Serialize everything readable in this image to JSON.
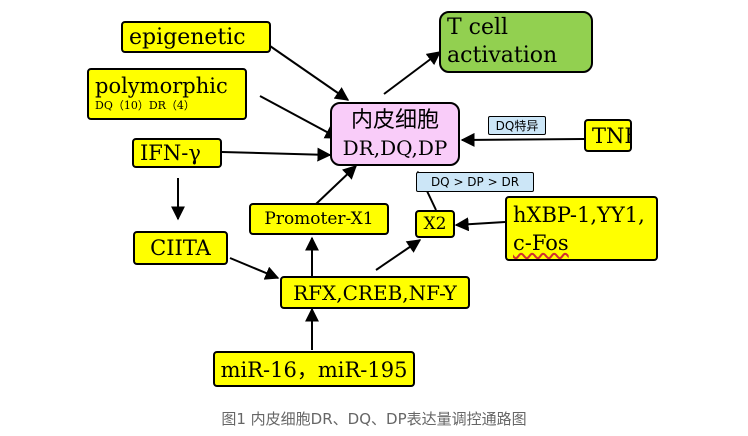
{
  "nodes": {
    "epigenetic": "epigenetic",
    "polymorphic_title": "polymorphic",
    "polymorphic_sub": "DQ（10）DR（4）",
    "t_cell_line1": "T cell",
    "t_cell_line2": "activation",
    "center_line1": "内皮细胞",
    "center_line2": "DR,DQ,DP",
    "tnf": "TNF",
    "ifn": "IFN-γ",
    "ciita": "CIITA",
    "promoter": "Promoter-X1",
    "x2": "X2",
    "hxbp_line1": "hXBP-1,YY1,",
    "hxbp_line2": "c-Fos",
    "rfx": "RFX,CREB,NF-Y",
    "mir": "miR-16，miR-195"
  },
  "tags": {
    "dq_specific": "DQ特异",
    "dq_order": "DQ > DP > DR"
  },
  "caption": "图1 内皮细胞DR、DQ、DP表达量调控通路图",
  "colors": {
    "yellow": "#ffff00",
    "green": "#92d050",
    "pink": "#f9ccf9",
    "tag_blue": "#cce6f7"
  }
}
